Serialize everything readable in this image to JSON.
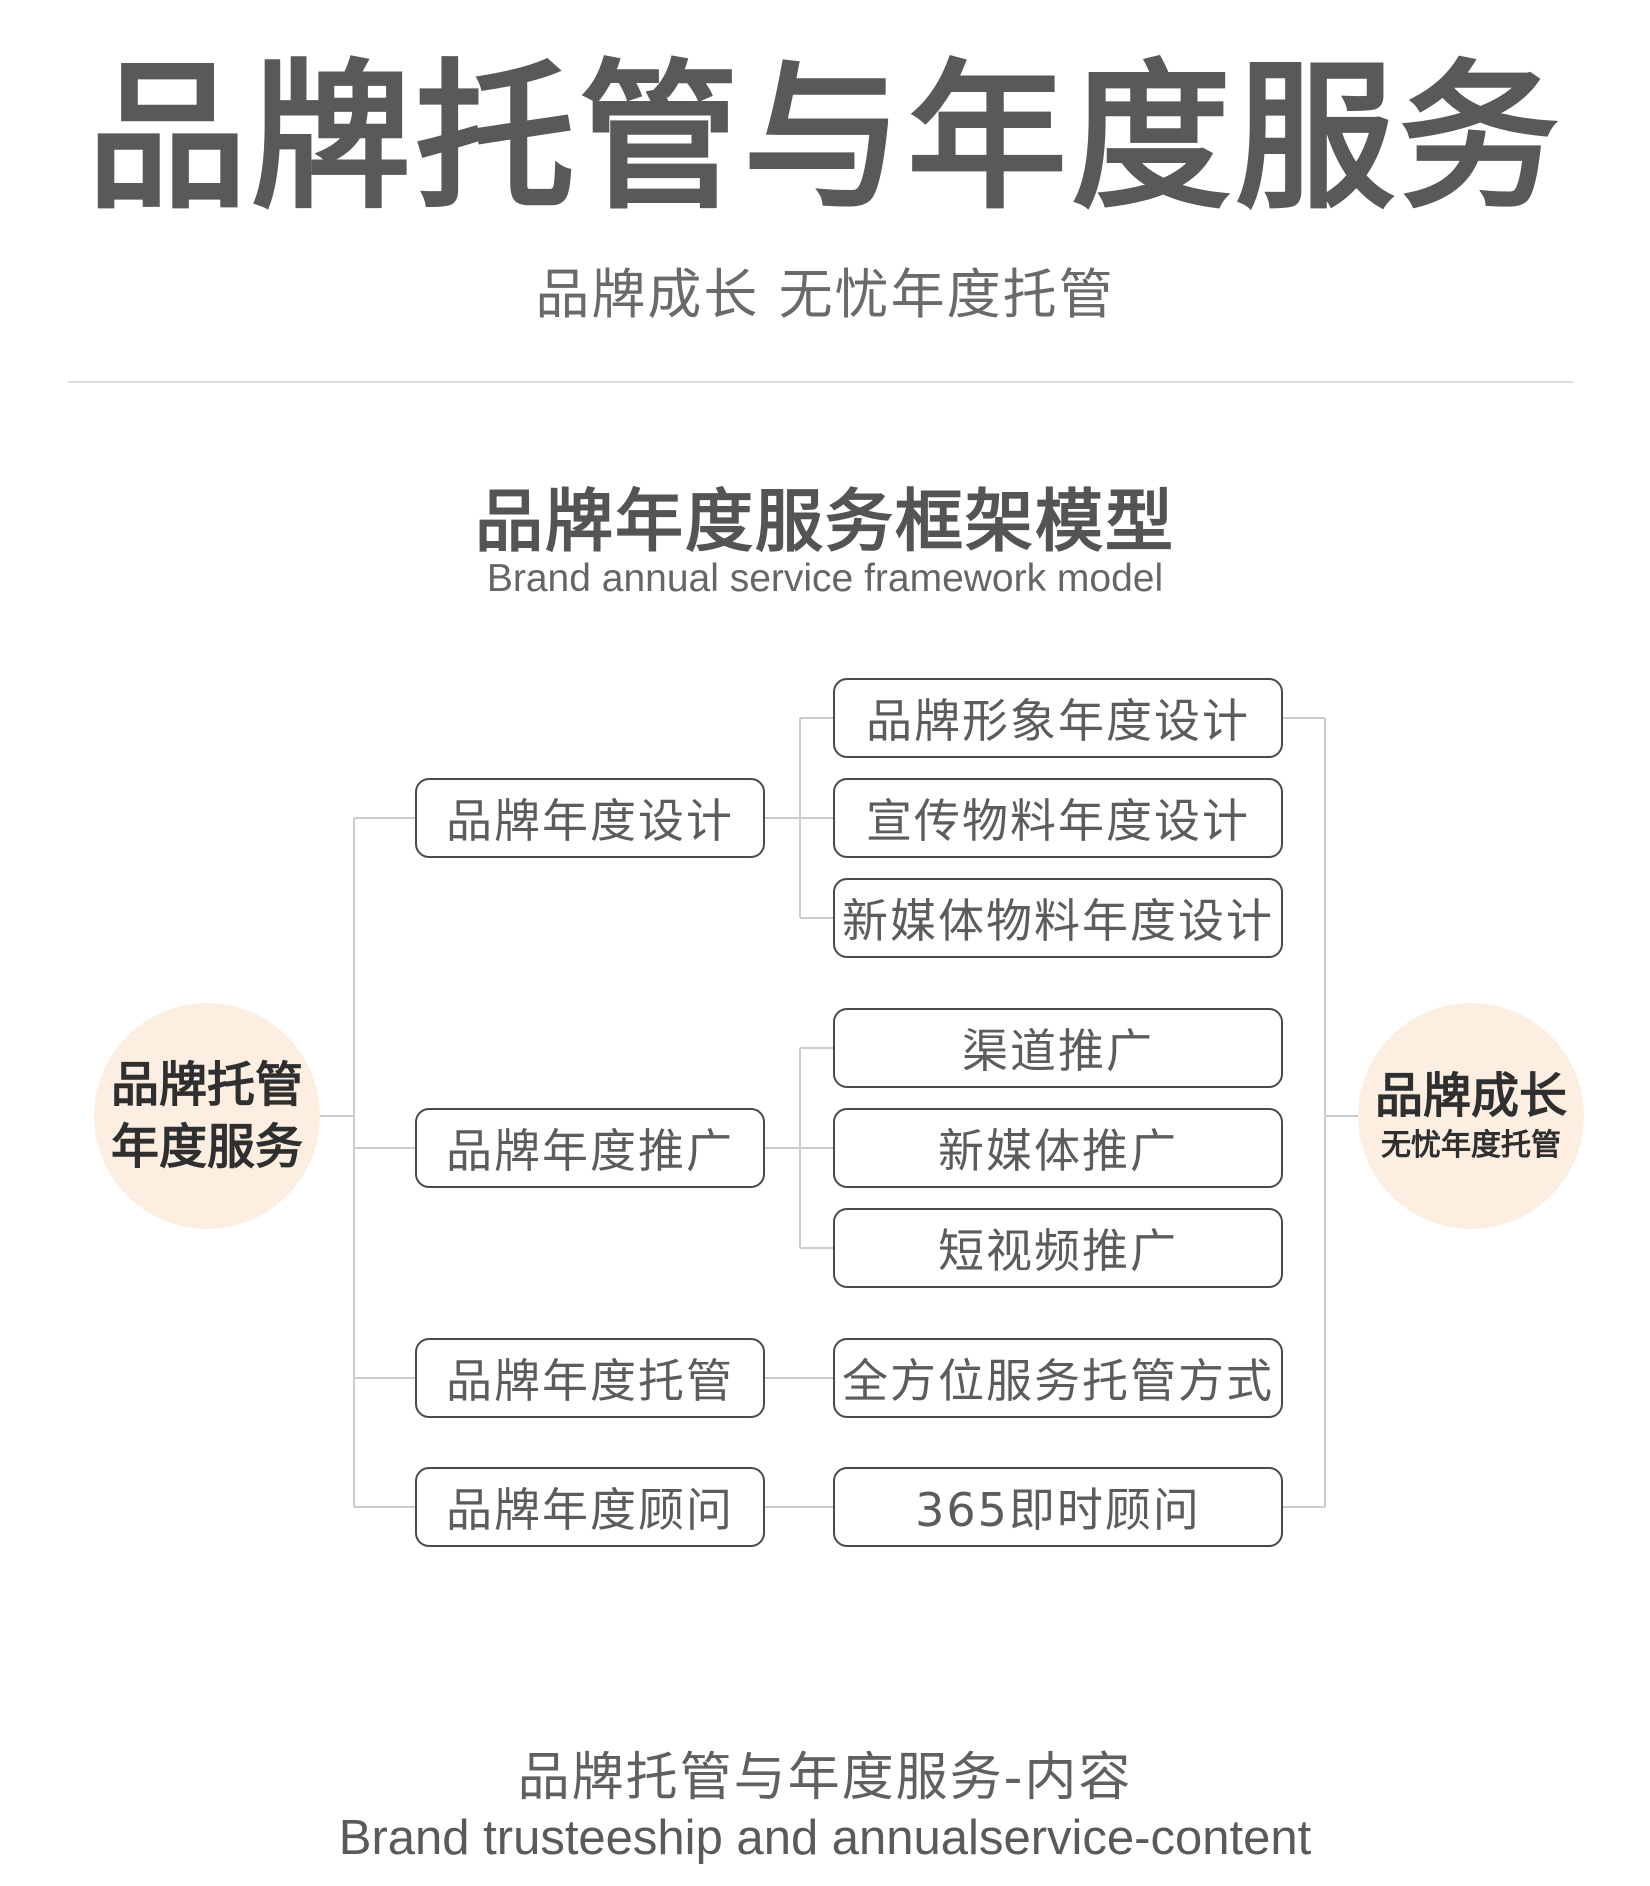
{
  "header": {
    "title": "品牌托管与年度服务",
    "subtitle": "品牌成长 无忧年度托管"
  },
  "section": {
    "title": "品牌年度服务框架模型",
    "subtitle": "Brand annual service framework model"
  },
  "diagram": {
    "left_node": {
      "line1": "品牌托管",
      "line2": "年度服务"
    },
    "right_node": {
      "title": "品牌成长",
      "subtitle": "无忧年度托管"
    },
    "groups": [
      {
        "label": "品牌年度设计",
        "items": [
          "品牌形象年度设计",
          "宣传物料年度设计",
          "新媒体物料年度设计"
        ]
      },
      {
        "label": "品牌年度推广",
        "items": [
          "渠道推广",
          "新媒体推广",
          "短视频推广"
        ]
      },
      {
        "label": "品牌年度托管",
        "items": [
          "全方位服务托管方式"
        ]
      },
      {
        "label": "品牌年度顾问",
        "items": [
          "365即时顾问"
        ]
      }
    ],
    "colors": {
      "circle_fill": "#fcefe2",
      "box_border": "#4a4a4a",
      "connector": "#cccccc"
    }
  },
  "footer": {
    "title_cn": "品牌托管与年度服务-内容",
    "title_en": "Brand trusteeship and annualservice-content"
  }
}
